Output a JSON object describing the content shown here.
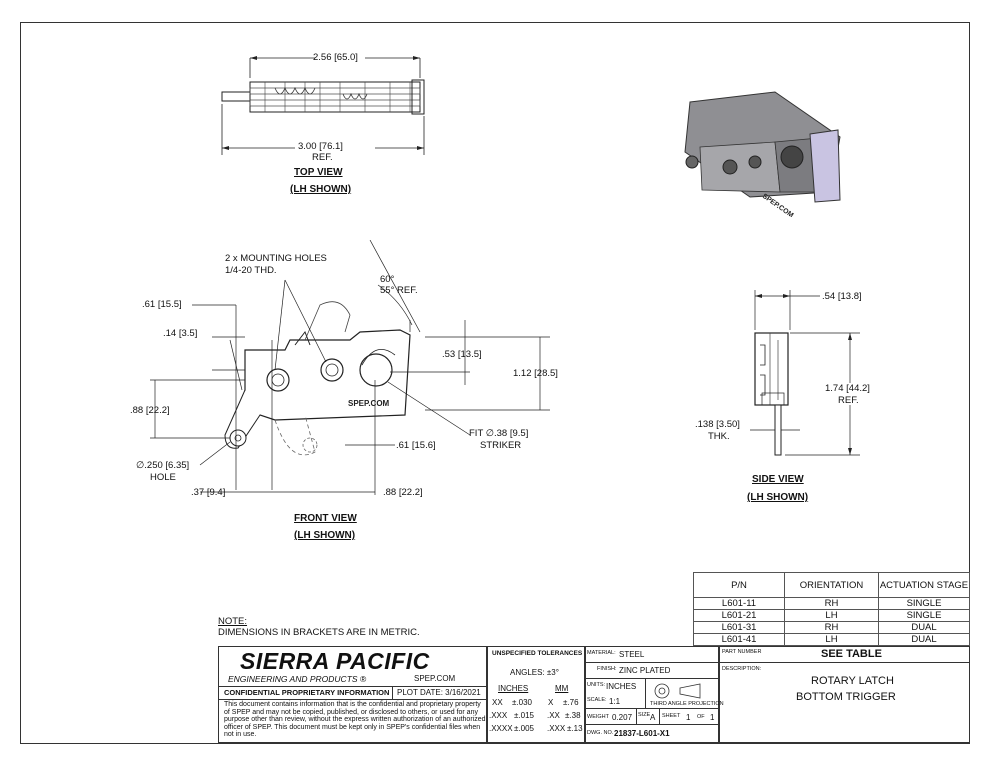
{
  "views": {
    "top_view": {
      "title": "TOP VIEW",
      "subtitle": "(LH SHOWN)",
      "dim_width": "2.56",
      "dim_width_mm": "65.0",
      "dim_overall": "3.00",
      "dim_overall_mm": "76.1",
      "dim_overall_ref": "REF."
    },
    "front_view": {
      "title": "FRONT VIEW",
      "subtitle": "(LH SHOWN)",
      "mounting_holes": "2 x MOUNTING HOLES",
      "thread": "1/4-20 THD.",
      "angle_1": "60°",
      "angle_2": "55°",
      "angle_ref": "REF.",
      "d61": ".61",
      "d61_mm": "15.5",
      "d14": ".14",
      "d14_mm": "3.5",
      "d53": ".53",
      "d53_mm": "13.5",
      "d112": "1.12",
      "d112_mm": "28.5",
      "d88": ".88",
      "d88_mm": "22.2",
      "d61b": ".61",
      "d61b_mm": "15.6",
      "fit": "FIT ∅.38",
      "fit_mm": "9.5",
      "striker": "STRIKER",
      "hole": "∅.250",
      "hole_mm": "6.35",
      "hole_label": "HOLE",
      "d37": ".37",
      "d37_mm": "9.4",
      "d88b": ".88",
      "d88b_mm": "22.2",
      "part_mark": "SPEP.COM"
    },
    "side_view": {
      "title": "SIDE VIEW",
      "subtitle": "(LH SHOWN)",
      "d54": ".54",
      "d54_mm": "13.8",
      "d174": "1.74",
      "d174_mm": "44.2",
      "d174_ref": "REF.",
      "d138": ".138",
      "d138_mm": "3.50",
      "d138_label": "THK."
    },
    "iso_mark": "SPEP.COM"
  },
  "part_table": {
    "headers": [
      "P/N",
      "ORIENTATION",
      "ACTUATION STAGE"
    ],
    "rows": [
      [
        "L601-11",
        "RH",
        "SINGLE"
      ],
      [
        "L601-21",
        "LH",
        "SINGLE"
      ],
      [
        "L601-31",
        "RH",
        "DUAL"
      ],
      [
        "L601-41",
        "LH",
        "DUAL"
      ]
    ]
  },
  "note": {
    "title": "NOTE:",
    "text": "DIMENSIONS IN BRACKETS ARE IN METRIC."
  },
  "title_block": {
    "company": "SIERRA PACIFIC",
    "company_sub": "ENGINEERING AND PRODUCTS",
    "website": "SPEP.COM",
    "confidential_title": "CONFIDENTIAL PROPRIETARY INFORMATION",
    "plot_date": "PLOT DATE:  3/16/2021",
    "confidential_text": "This document contains information that is the confidential and proprietary property of SPEP and may not be copied, published, or disclosed to others, or used for any purpose  other than review, without the express written authorization of an authorized officer of SPEP. This document must be kept only in SPEP's confidential files when not in use.",
    "tolerances_title": "UNSPECIFIED TOLERANCES",
    "angles": "ANGLES: ±3°",
    "inches_label": "INCHES",
    "mm_label": "MM",
    "tolerances": [
      [
        "XX",
        "±.030",
        "X",
        "±.76"
      ],
      [
        ".XXX",
        "±.015",
        ".XX",
        "±.38"
      ],
      [
        ".XXXX",
        "±.005",
        ".XXX",
        "±.13"
      ]
    ],
    "material_label": "MATERIAL:",
    "material": "STEEL",
    "finish_label": "FINISH:",
    "finish": "ZINC PLATED",
    "units_label": "UNITS:",
    "units": "INCHES",
    "scale_label": "SCALE:",
    "scale": "1:1",
    "projection": "THIRD ANGLE PROJECTION",
    "weight_label": "WEIGHT",
    "weight": "0.207",
    "size_label": "SIZE",
    "size": "A",
    "sheet_label": "SHEET",
    "sheet": "1",
    "of_label": "OF",
    "sheets": "1",
    "dwg_label": "DWG. NO.",
    "dwg": "21837-L601-X1",
    "part_number_label": "PART NUMBER",
    "part_number": "SEE TABLE",
    "description_label": "DESCRIPTION:",
    "description_1": "ROTARY LATCH",
    "description_2": "BOTTOM TRIGGER"
  }
}
